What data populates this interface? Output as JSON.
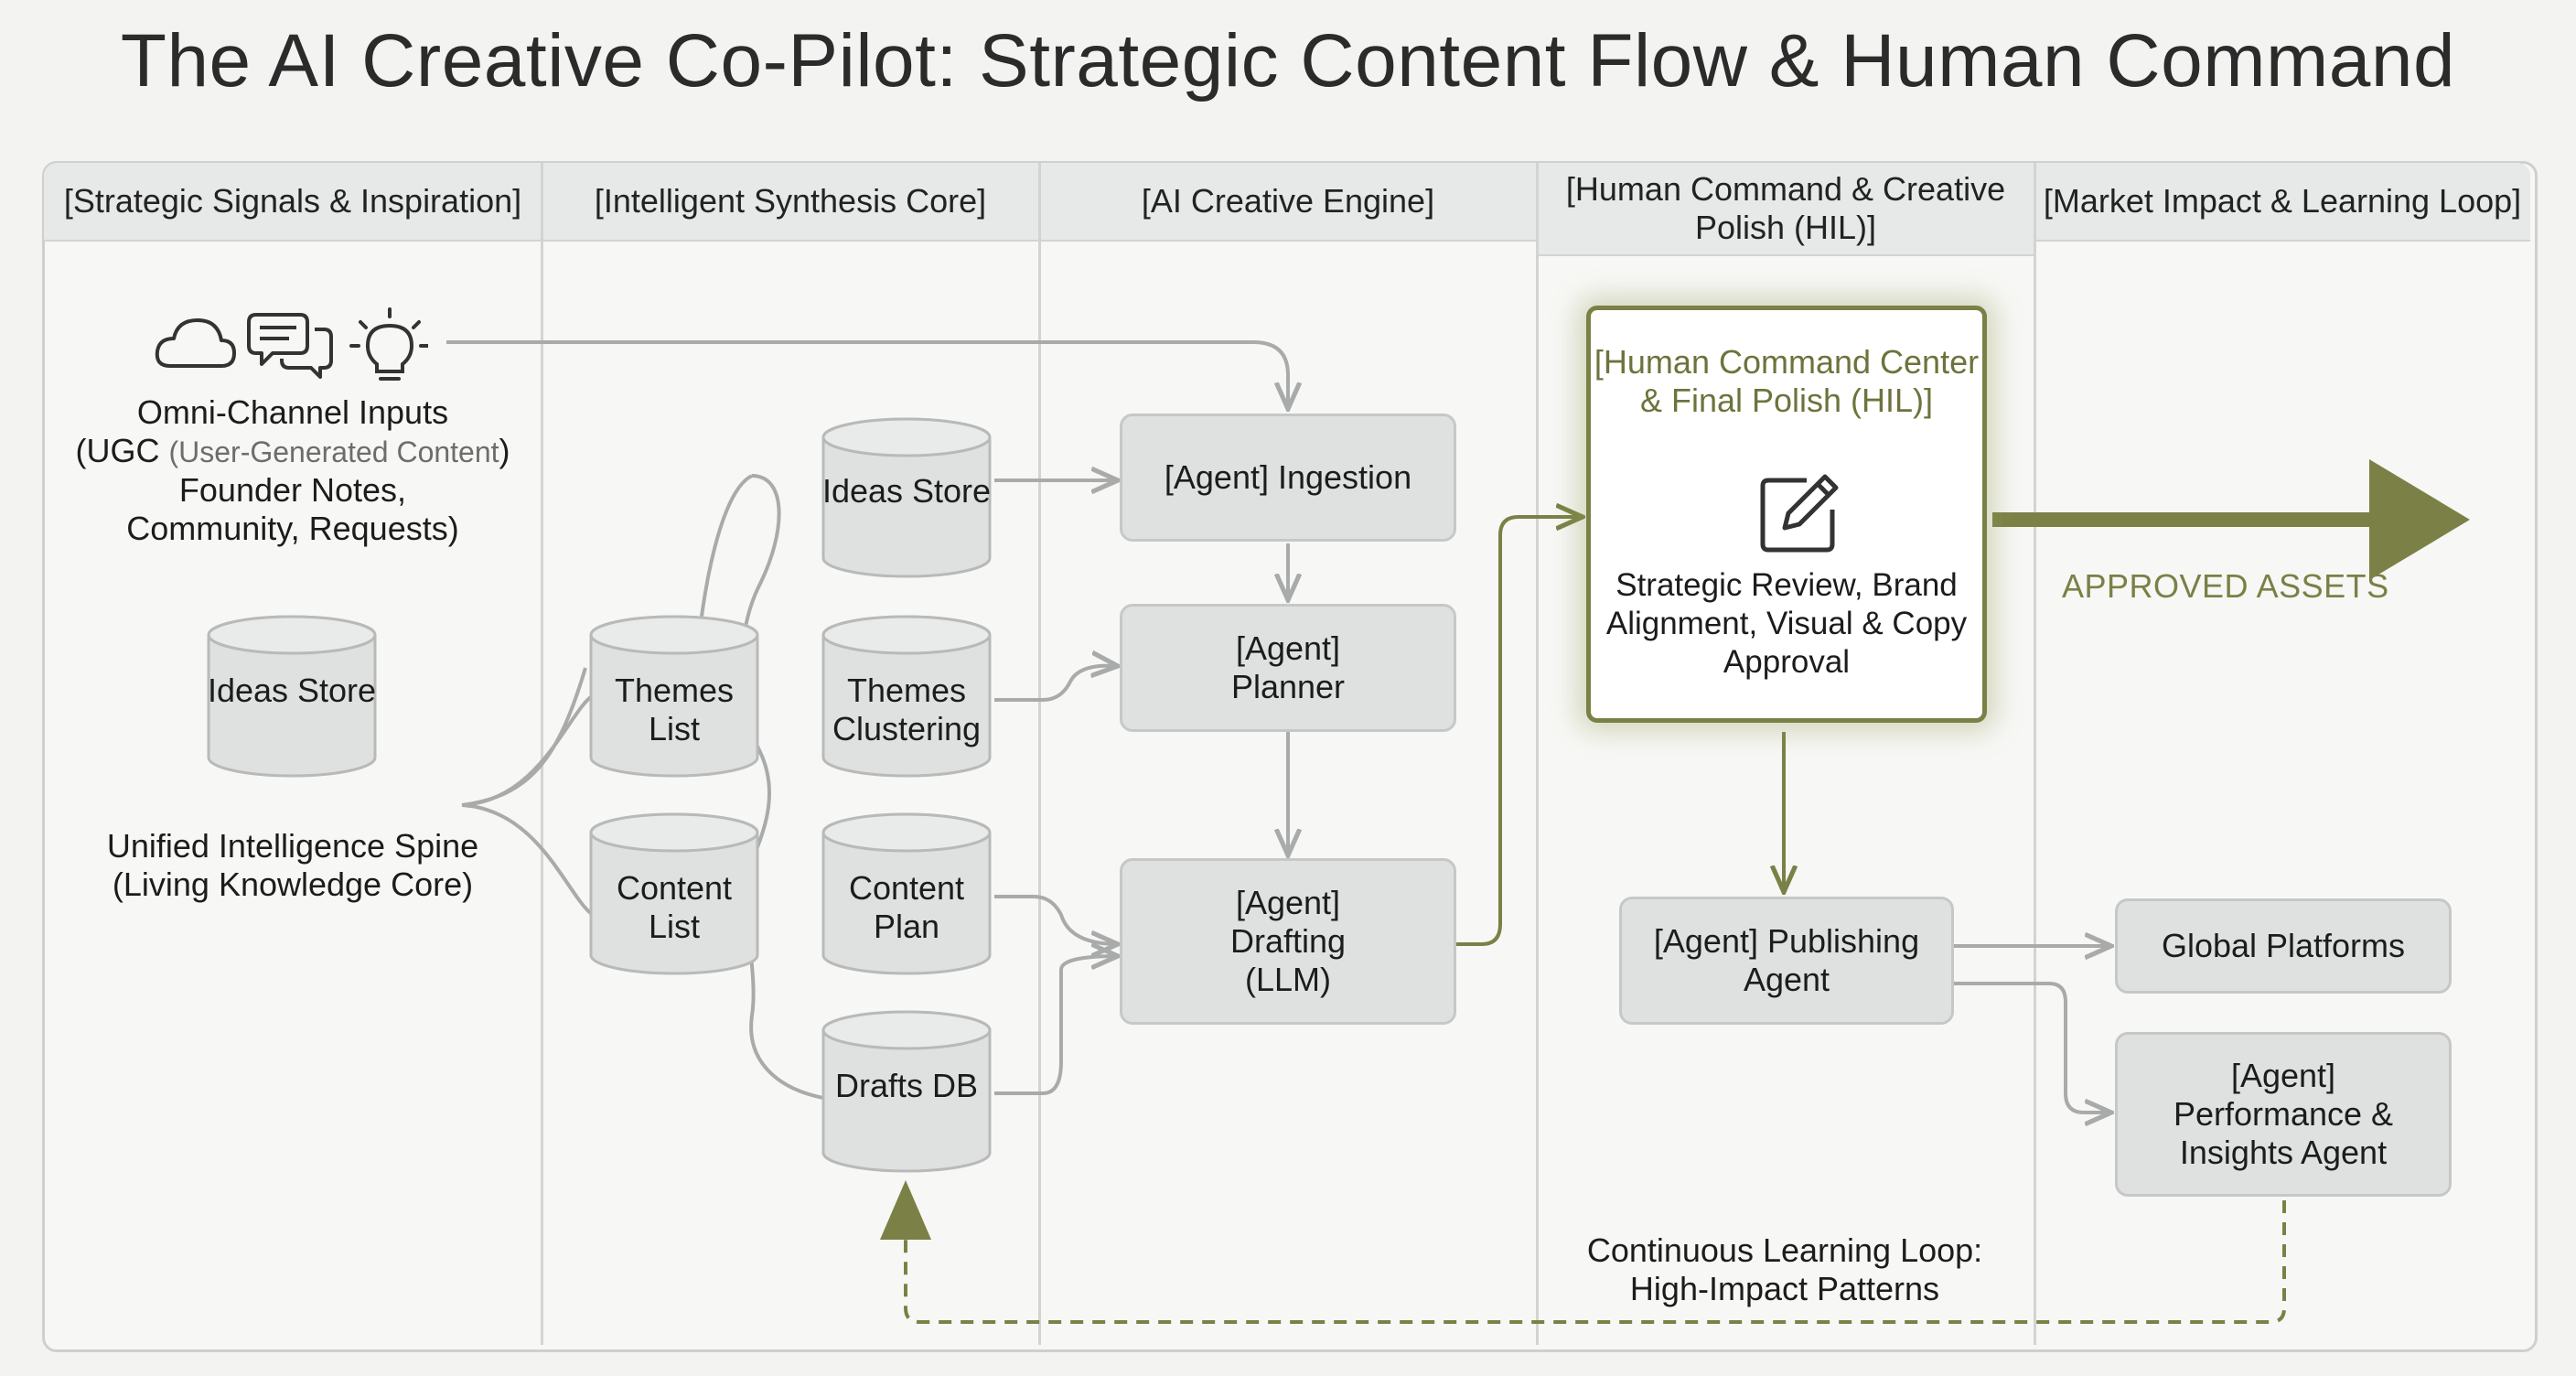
{
  "title": "The AI Creative Co-Pilot: Strategic Content Flow & Human Command",
  "columns": [
    "[Strategic Signals & Inspiration]",
    "[Intelligent Synthesis Core]",
    "[AI Creative Engine]",
    "[Human Command & Creative Polish (HIL)]",
    "[Market Impact & Learning Loop]"
  ],
  "signals": {
    "inputs_title": "Omni-Channel Inputs",
    "ugc_prefix": "(UGC ",
    "ugc_detail": "(User-Generated Content",
    "ugc_suffix": ")",
    "inputs_line3": "Founder Notes,",
    "inputs_line4": "Community, Requests)",
    "spine_store": "Ideas Store",
    "spine_caption": "Unified Intelligence Spine (Living Knowledge Core)"
  },
  "synthesis": {
    "stores": [
      "Ideas Store",
      "Themes List",
      "Themes Clustering",
      "Content List",
      "Content Plan",
      "Drafts DB"
    ]
  },
  "engine": {
    "agents": [
      "[Agent] Ingestion",
      "[Agent] Planner",
      "[Agent] Drafting (LLM)"
    ]
  },
  "hil": {
    "title": "[Human Command Center & Final Polish (HIL)]",
    "body": "Strategic Review, Brand Alignment, Visual & Copy Approval",
    "publishing": "[Agent] Publishing Agent",
    "approved": "APPROVED ASSETS",
    "loop_caption": "Continuous Learning Loop: High-Impact Patterns"
  },
  "market": {
    "platforms": "Global Platforms",
    "performance": "[Agent] Performance & Insights Agent"
  },
  "colors": {
    "accent": "#7b8046",
    "line": "#a9abab",
    "box_fill": "#dfe1e1",
    "header_fill": "#e7e8e8"
  },
  "icons": [
    "cloud-icon",
    "chat-bubbles-icon",
    "lightbulb-icon",
    "edit-icon"
  ]
}
